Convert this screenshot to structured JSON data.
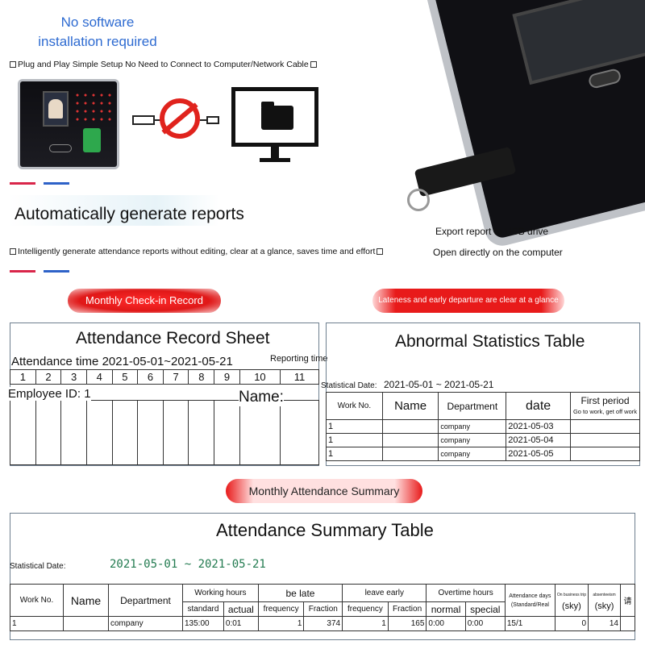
{
  "top": {
    "no_install": "No software installation required",
    "plug_play": "Plug and Play Simple Setup No Need to Connect to Computer/Network Cable",
    "auto_reports": "Automatically generate reports",
    "intelligent": "Intelligently generate attendance reports without editing, clear at a glance, saves time and effort",
    "export_usb": "Export report to USB drive",
    "open_directly": "Open directly on the computer",
    "colors": {
      "red": "#d9264a",
      "blue": "#2e62c8"
    }
  },
  "pills": {
    "monthly_checkin": "Monthly Check-in Record",
    "lateness": "Lateness and early departure are clear at a glance",
    "monthly_summary": "Monthly Attendance Summary"
  },
  "record_sheet": {
    "title": "Attendance Record Sheet",
    "time_label": "Attendance time 2021-05-01~2021-05-21",
    "reporting_time": "Reporting time",
    "days": [
      "1",
      "2",
      "3",
      "4",
      "5",
      "6",
      "7",
      "8",
      "9",
      "10",
      "11"
    ],
    "employee_id": "Employee ID: 1",
    "name_label": "Name:"
  },
  "abnormal": {
    "title": "Abnormal Statistics Table",
    "stat_date_label": "Statistical Date:",
    "stat_date_value": "2021-05-01 ~ 2021-05-21",
    "headers": {
      "work_no": "Work No.",
      "name": "Name",
      "department": "Department",
      "date": "date",
      "first_period": "First period",
      "first_period_sub": "Go to work, get off work"
    },
    "rows": [
      {
        "work_no": "1",
        "department": "company",
        "date": "2021-05-03"
      },
      {
        "work_no": "1",
        "department": "company",
        "date": "2021-05-04"
      },
      {
        "work_no": "1",
        "department": "company",
        "date": "2021-05-05"
      }
    ]
  },
  "summary": {
    "title": "Attendance Summary Table",
    "stat_date_label": "Statistical Date:",
    "stat_date_value": "2021-05-01 ~ 2021-05-21",
    "headers": {
      "work_no": "Work No.",
      "name": "Name",
      "department": "Department",
      "working_hours": "Working hours",
      "standard": "standard",
      "actual": "actual",
      "be_late": "be late",
      "frequency": "frequency",
      "fraction": "Fraction",
      "leave_early": "leave early",
      "overtime": "Overtime hours",
      "normal": "normal",
      "special": "special",
      "attendance_days": "Attendance days",
      "attendance_days_sub": "(Standard/Real",
      "on_business": "On business trip",
      "sky": "(sky)",
      "absenteeism": "absenteeism",
      "extra": "请"
    },
    "row": {
      "work_no": "1",
      "department": "company",
      "standard": "135:00",
      "actual": "0:01",
      "late_freq": "1",
      "late_frac": "374",
      "early_freq": "1",
      "early_frac": "165",
      "ot_normal": "0:00",
      "ot_special": "0:00",
      "att_days": "15/1",
      "business": "0",
      "absent": "14"
    }
  }
}
